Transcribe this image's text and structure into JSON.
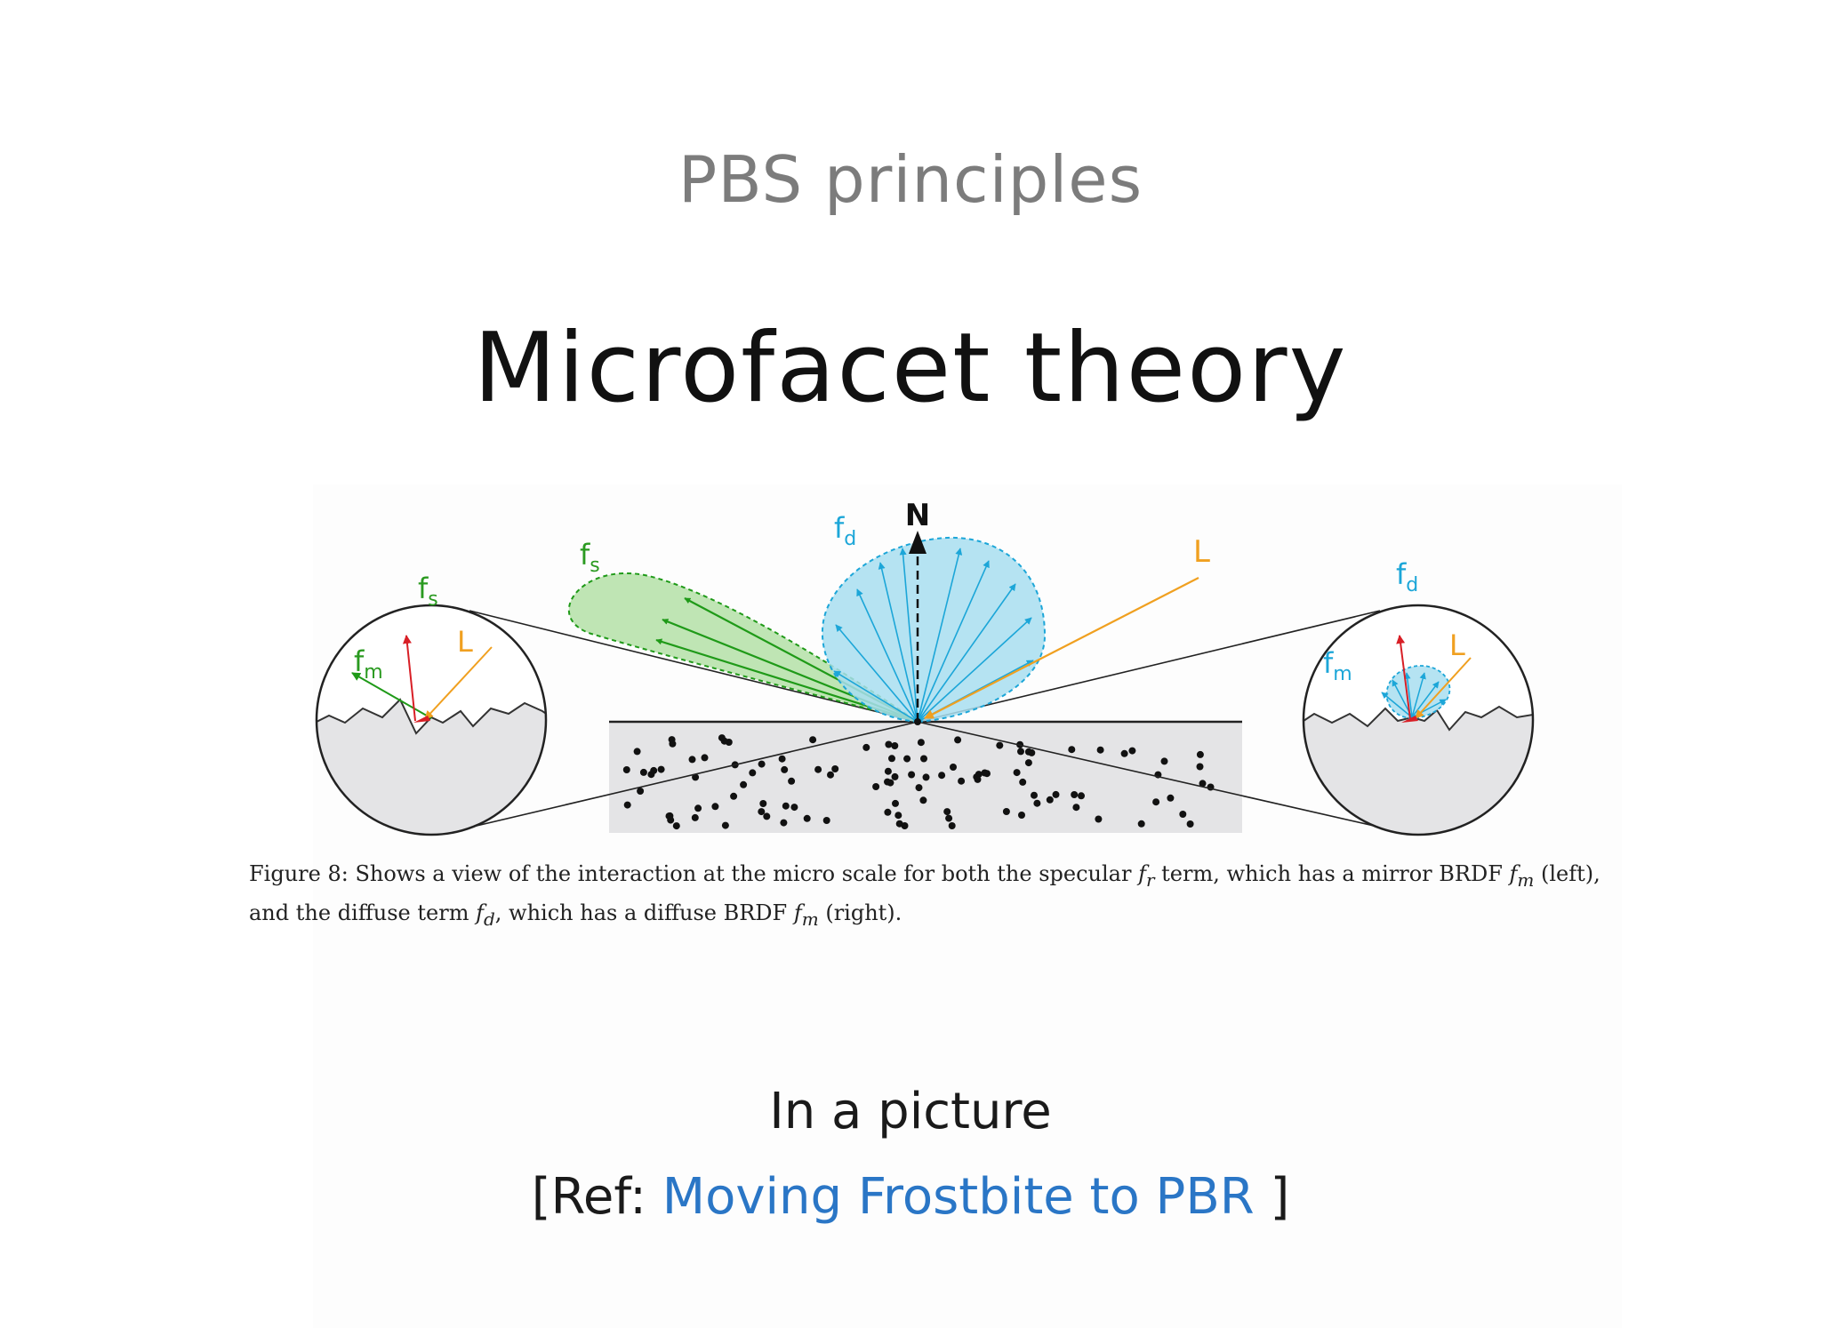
{
  "header": {
    "section_title": "PBS principles",
    "slide_title": "Microfacet theory"
  },
  "figure": {
    "labels": {
      "normal": "N",
      "light": "L",
      "specular_f": "f",
      "specular_sub": "s",
      "diffuse_f": "f",
      "diffuse_sub": "d",
      "micro_f": "f",
      "micro_sub": "m"
    },
    "caption_parts": [
      "Figure 8: Shows a view of the interaction at the micro scale for both the specular ",
      "f",
      "r",
      " term, which has a mirror BRDF ",
      "f",
      "m",
      " (left), and the diffuse term ",
      "f",
      "d",
      ", which has a diffuse BRDF ",
      "f",
      "m",
      " (right)."
    ],
    "colors": {
      "specular": "#2a9a20",
      "diffuse": "#1ca6d8",
      "light": "#f0a020",
      "micro_normal": "#d81f26",
      "surface": "#e4e4e6"
    }
  },
  "footer": {
    "subtitle": "In a picture",
    "ref_prefix": "[Ref: ",
    "ref_link": "Moving Frostbite to PBR",
    "ref_suffix": " ]"
  }
}
